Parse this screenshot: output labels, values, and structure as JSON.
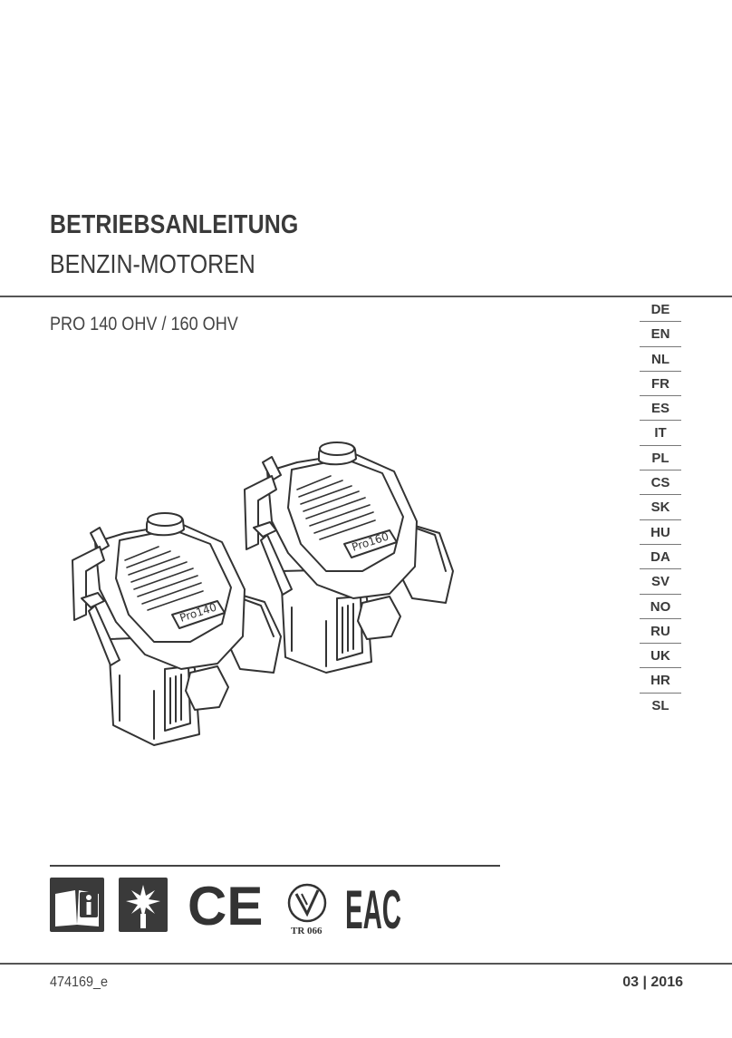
{
  "document": {
    "title": "BETRIEBSANLEITUNG",
    "subtitle": "BENZIN-MOTOREN",
    "model": "PRO 140 OHV / 160 OHV",
    "languages": [
      "DE",
      "EN",
      "NL",
      "FR",
      "ES",
      "IT",
      "PL",
      "CS",
      "SK",
      "HU",
      "DA",
      "SV",
      "NO",
      "RU",
      "UK",
      "HR",
      "SL"
    ],
    "illustration": {
      "engine_left_label": "Pro140",
      "engine_right_label": "Pro160"
    },
    "certifications": {
      "icons": [
        "read-manual-icon",
        "warning-spark-icon",
        "ce-mark-icon",
        "tr-mark-icon",
        "eac-mark-icon"
      ],
      "ce": "CE",
      "tr": "TR 066",
      "eac": "EAC"
    },
    "footer": {
      "doc_number": "474169_e",
      "date": "03 | 2016"
    }
  }
}
